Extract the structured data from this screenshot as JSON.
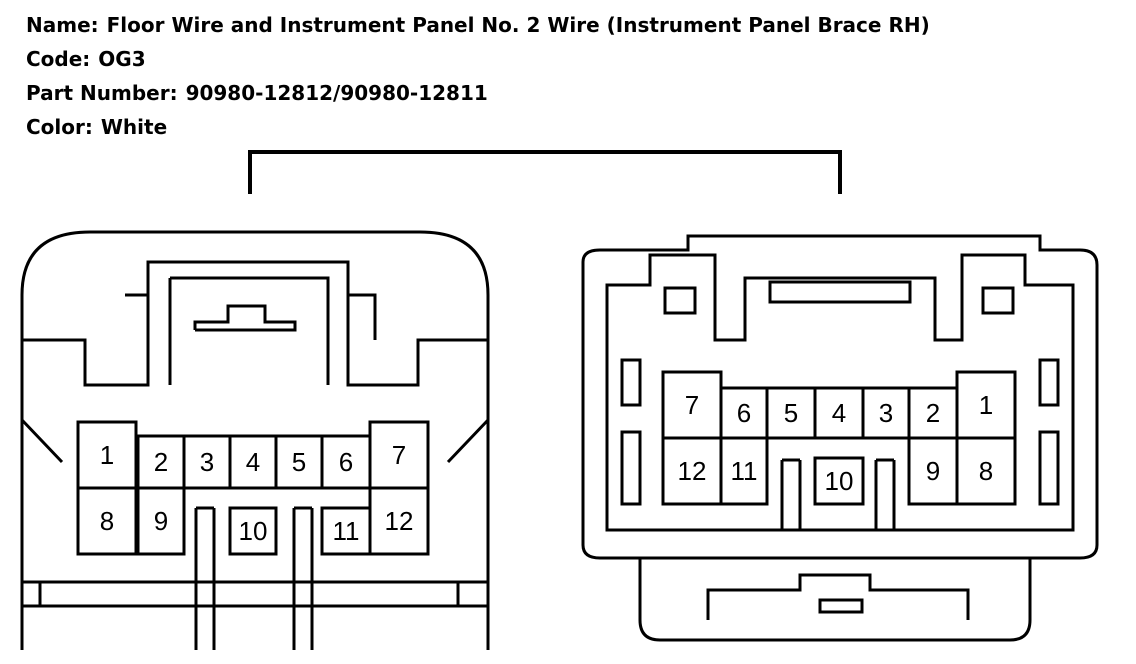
{
  "info": {
    "name_label": "Name:",
    "name_value": "Floor Wire and Instrument Panel No. 2 Wire (Instrument Panel Brace RH)",
    "code_label": "Code:",
    "code_value": "OG3",
    "part_label": "Part Number:",
    "part_value": "90980-12812/90980-12811",
    "color_label": "Color:",
    "color_value": "White"
  },
  "connector_left": {
    "pins": [
      "1",
      "2",
      "3",
      "4",
      "5",
      "6",
      "7",
      "8",
      "9",
      "10",
      "11",
      "12"
    ]
  },
  "connector_right": {
    "pins": [
      "7",
      "6",
      "5",
      "4",
      "3",
      "2",
      "1",
      "12",
      "11",
      "10",
      "9",
      "8"
    ]
  }
}
